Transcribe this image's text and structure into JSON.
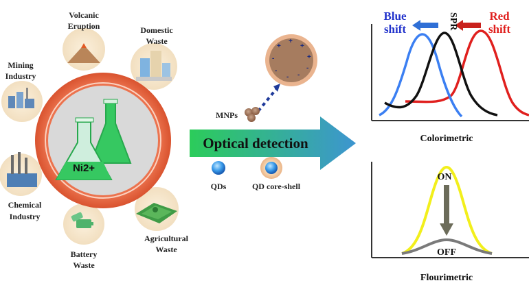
{
  "sources": {
    "volcanic": "Volcanic",
    "eruption": "Eruption",
    "domestic": "Domestic",
    "waste1": "Waste",
    "mining": "Mining",
    "industry1": "Industry",
    "chemical": "Chemical",
    "industry2": "Industry",
    "battery": "Battery",
    "waste2": "Waste",
    "agricultural": "Agricultural",
    "waste3": "Waste"
  },
  "center": {
    "ion": "Ni2+"
  },
  "detection": {
    "arrow_label": "Optical detection",
    "mnps": "MNPs",
    "qds": "QDs",
    "qd_core_shell": "QD core-shell"
  },
  "colorimetric": {
    "title": "Colorimetric",
    "blue_1": "Blue",
    "blue_2": "shift",
    "red_1": "Red",
    "red_2": "shift",
    "spr": "SPR"
  },
  "fluorimetric": {
    "title": "Flourimetric",
    "on": "ON",
    "off": "OFF"
  },
  "colors": {
    "ring": "#e8623d",
    "flask": "#2ecc55",
    "arrow_green": "#2ccc5a",
    "arrow_blue": "#3d95d0",
    "blue_curve": "#3b7ff2",
    "red_curve": "#e0201e",
    "yellow_curve": "#f2ef1c"
  }
}
